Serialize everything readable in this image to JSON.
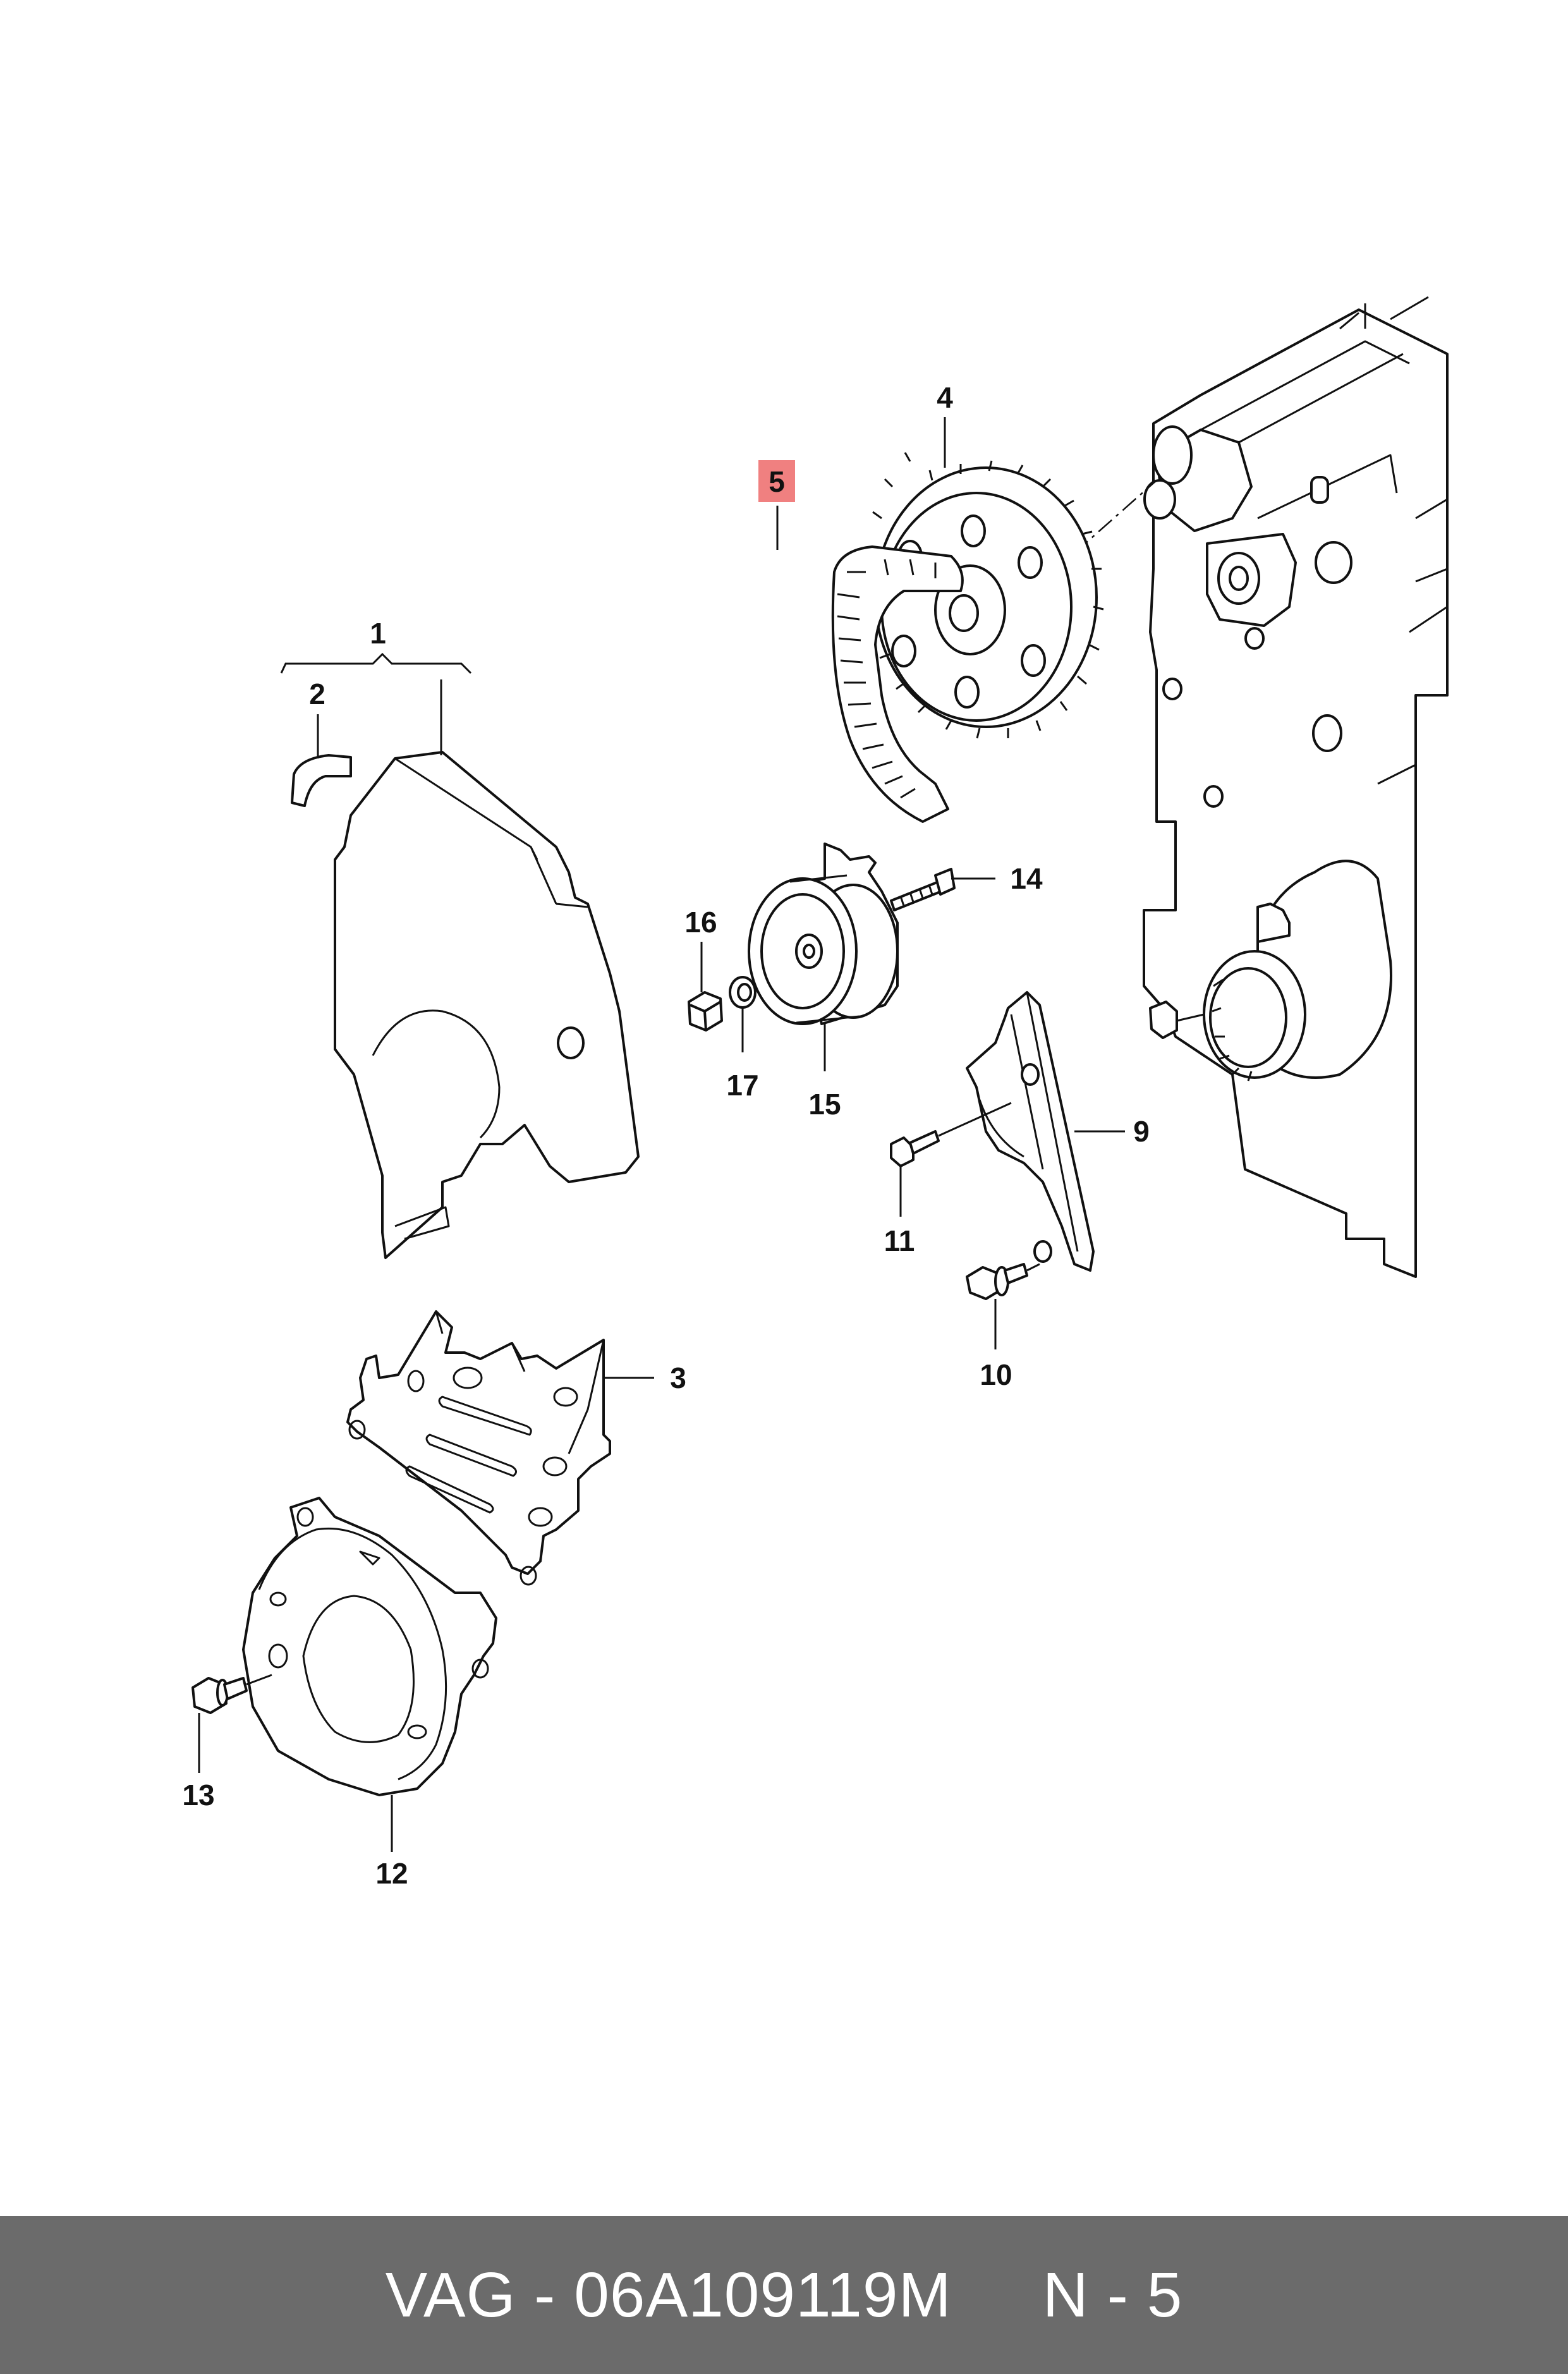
{
  "callouts": [
    {
      "id": "c1",
      "label": "1",
      "highlighted": false
    },
    {
      "id": "c2",
      "label": "2",
      "highlighted": false
    },
    {
      "id": "c3",
      "label": "3",
      "highlighted": false
    },
    {
      "id": "c4",
      "label": "4",
      "highlighted": false
    },
    {
      "id": "c5",
      "label": "5",
      "highlighted": true
    },
    {
      "id": "c9",
      "label": "9",
      "highlighted": false
    },
    {
      "id": "c10",
      "label": "10",
      "highlighted": false
    },
    {
      "id": "c11",
      "label": "11",
      "highlighted": false
    },
    {
      "id": "c12",
      "label": "12",
      "highlighted": false
    },
    {
      "id": "c13",
      "label": "13",
      "highlighted": false
    },
    {
      "id": "c14",
      "label": "14",
      "highlighted": false
    },
    {
      "id": "c15",
      "label": "15",
      "highlighted": false
    },
    {
      "id": "c16",
      "label": "16",
      "highlighted": false
    },
    {
      "id": "c17",
      "label": "17",
      "highlighted": false
    }
  ],
  "footer": {
    "text": "VAG - 06A109119M     N - 5"
  },
  "colors": {
    "highlight": "#f08080",
    "footer_bg": "#6b6b6b",
    "footer_text": "#ffffff",
    "line": "#111111"
  }
}
